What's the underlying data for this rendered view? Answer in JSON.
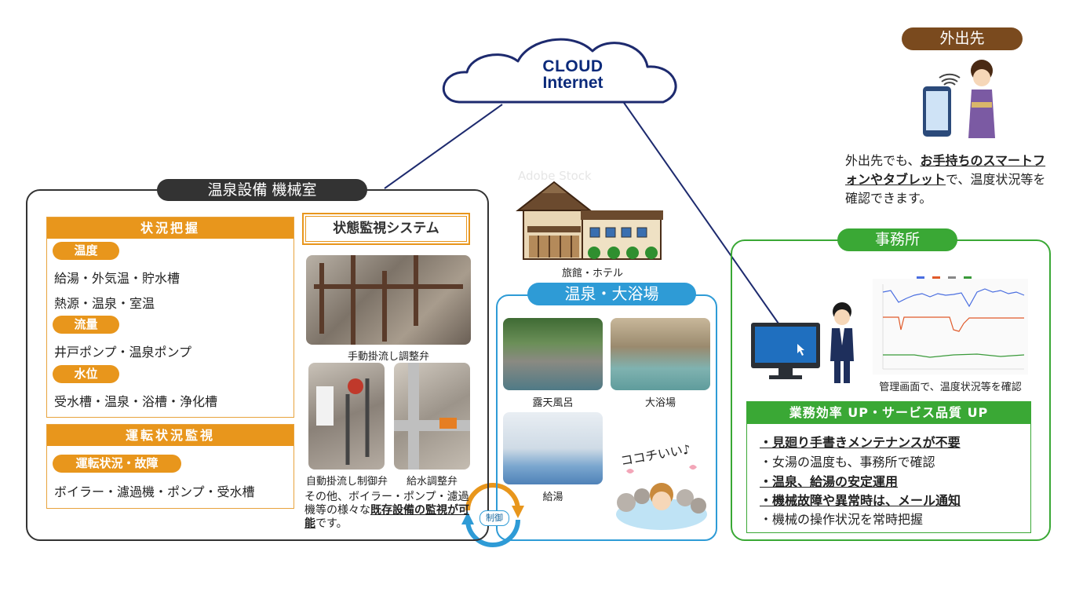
{
  "cloud": {
    "line1": "CLOUD",
    "line2": "Internet"
  },
  "machine_room": {
    "title": "温泉設備 機械室",
    "status_panel": {
      "header": "状況把握",
      "groups": [
        {
          "tag": "温度",
          "lines": [
            "給湯・外気温・貯水槽",
            "熱源・温泉・室温"
          ]
        },
        {
          "tag": "流量",
          "lines": [
            "井戸ポンプ・温泉ポンプ"
          ]
        },
        {
          "tag": "水位",
          "lines": [
            "受水槽・温泉・浴槽・浄化槽"
          ]
        }
      ]
    },
    "operation_panel": {
      "header": "運転状況監視",
      "tag": "運転状況・故障",
      "line": "ボイラー・濾過機・ポンプ・受水槽"
    },
    "system_title": "状態監視システム",
    "captions": {
      "manual_valve": "手動掛流し調整弁",
      "auto_valve": "自動掛流し制御弁",
      "supply_valve": "給水調整弁"
    },
    "other_text": {
      "pre": "その他、ボイラー・ポンプ・濾過機等の様々な",
      "bold": "既存設備の監視が可能",
      "post": "です。"
    }
  },
  "hotel": {
    "caption": "旅館・ホテル",
    "watermark": "Adobe Stock"
  },
  "onsen": {
    "title": "温泉・大浴場",
    "captions": {
      "outdoor": "露天風呂",
      "bath": "大浴場",
      "hot_water": "給湯"
    },
    "bubble": "ココチいい♪"
  },
  "control_label": "制御",
  "office": {
    "title": "事務所",
    "screen_caption": "管理画面で、温度状況等を確認",
    "efficiency": {
      "header": "業務効率 UP・サービス品質 UP",
      "items": [
        {
          "text": "・見廻り手書きメンテナンスが不要",
          "bold": true
        },
        {
          "text": "・女湯の温度も、事務所で確認",
          "bold": false
        },
        {
          "text": "・温泉、給湯の安定運用",
          "bold": true
        },
        {
          "text": "・機械故障や異常時は、メール通知",
          "bold": true
        },
        {
          "text": "・機械の操作状況を常時把握",
          "bold": false
        }
      ]
    }
  },
  "away": {
    "title": "外出先",
    "text_pre": "外出先でも、",
    "text_bold": "お手持ちのスマートフォンやタブレット",
    "text_post": "で、温度状況等を確認できます。"
  },
  "colors": {
    "orange": "#e8961c",
    "blue": "#2e9bd6",
    "green": "#3aa835",
    "brown": "#7a4a1e",
    "navy": "#0b2a7a"
  }
}
